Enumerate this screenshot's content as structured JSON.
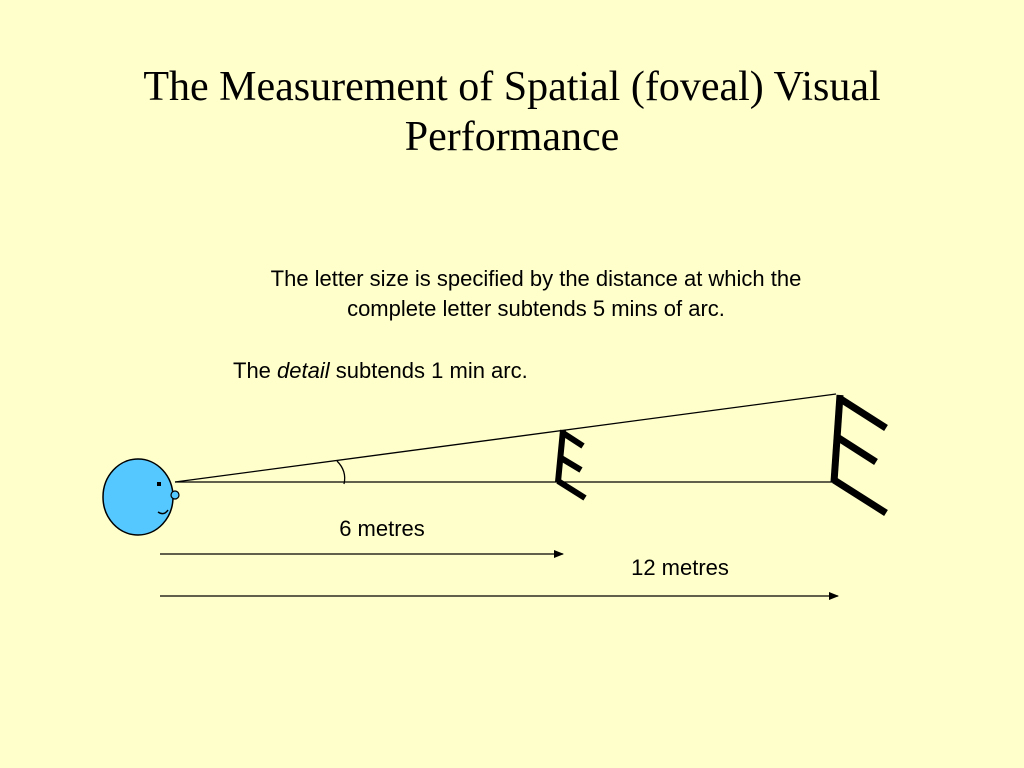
{
  "slide": {
    "background": "#FFFFCC",
    "title_lines": [
      "The Measurement of Spatial  (foveal) Visual",
      "Performance"
    ],
    "description_lines": [
      "The letter size is specified by the distance at which the",
      "complete letter subtends 5 mins of arc."
    ],
    "detail": {
      "prefix": "The ",
      "emphasis": "detail",
      "suffix": " subtends 1 min arc."
    }
  },
  "diagram": {
    "label_6": "6 metres",
    "label_12": "12 metres",
    "head_color": "#55C8FF",
    "line_color": "#000000"
  }
}
